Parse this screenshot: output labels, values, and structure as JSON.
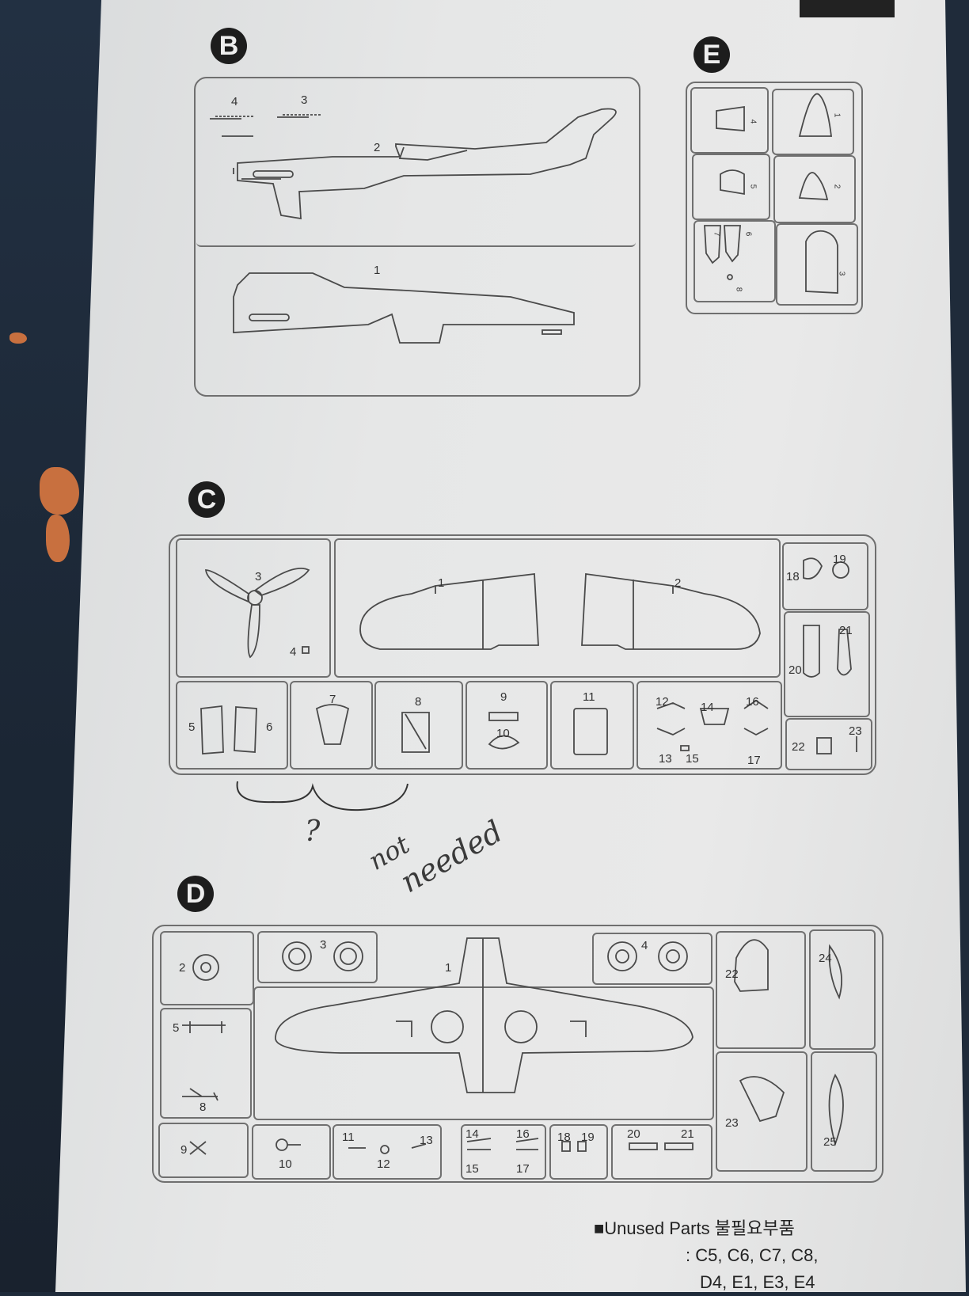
{
  "sections": {
    "b": {
      "label": "B",
      "parts": [
        "4",
        "3",
        "2",
        "1"
      ]
    },
    "e": {
      "label": "E",
      "parts": [
        "4",
        "1",
        "5",
        "2",
        "7",
        "6",
        "8",
        "3"
      ]
    },
    "c": {
      "label": "C",
      "parts": [
        "3",
        "4",
        "1",
        "2",
        "18",
        "19",
        "20",
        "21",
        "5",
        "6",
        "7",
        "8",
        "9",
        "10",
        "11",
        "12",
        "13",
        "14",
        "15",
        "16",
        "17",
        "22",
        "23"
      ]
    },
    "d": {
      "label": "D",
      "parts": [
        "2",
        "3",
        "1",
        "4",
        "22",
        "24",
        "5",
        "8",
        "23",
        "25",
        "9",
        "10",
        "11",
        "12",
        "13",
        "14",
        "15",
        "16",
        "17",
        "18",
        "19",
        "20",
        "21"
      ]
    }
  },
  "handwritten": {
    "mark": "?",
    "note_line1": "not",
    "note_line2": "needed"
  },
  "unused": {
    "title": "Unused Parts 불필요부품",
    "line1": ": C5,  C6,  C7,  C8,",
    "line2": "D4,  E1,  E3,  E4"
  }
}
